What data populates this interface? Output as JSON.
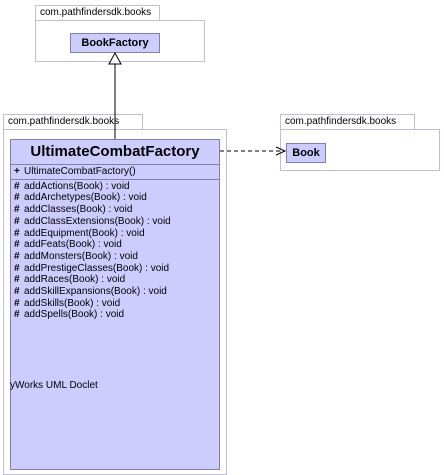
{
  "packages": {
    "top": {
      "name": "com.pathfindersdk.books"
    },
    "middle": {
      "name": "com.pathfindersdk.books"
    },
    "right": {
      "name": "com.pathfindersdk.books"
    }
  },
  "classes": {
    "book_factory": {
      "name": "BookFactory"
    },
    "book": {
      "name": "Book"
    },
    "ultimate_combat_factory": {
      "name": "UltimateCombatFactory",
      "constructors": [
        {
          "visibility": "+",
          "signature": "UltimateCombatFactory()"
        }
      ],
      "methods": [
        {
          "visibility": "#",
          "signature": "addActions(Book) : void"
        },
        {
          "visibility": "#",
          "signature": "addArchetypes(Book) : void"
        },
        {
          "visibility": "#",
          "signature": "addClasses(Book) : void"
        },
        {
          "visibility": "#",
          "signature": "addClassExtensions(Book) : void"
        },
        {
          "visibility": "#",
          "signature": "addEquipment(Book) : void"
        },
        {
          "visibility": "#",
          "signature": "addFeats(Book) : void"
        },
        {
          "visibility": "#",
          "signature": "addMonsters(Book) : void"
        },
        {
          "visibility": "#",
          "signature": "addPrestigeClasses(Book) : void"
        },
        {
          "visibility": "#",
          "signature": "addRaces(Book) : void"
        },
        {
          "visibility": "#",
          "signature": "addSkillExpansions(Book) : void"
        },
        {
          "visibility": "#",
          "signature": "addSkills(Book) : void"
        },
        {
          "visibility": "#",
          "signature": "addSpells(Book) : void"
        }
      ]
    }
  },
  "footer": "yWorks UML Doclet"
}
